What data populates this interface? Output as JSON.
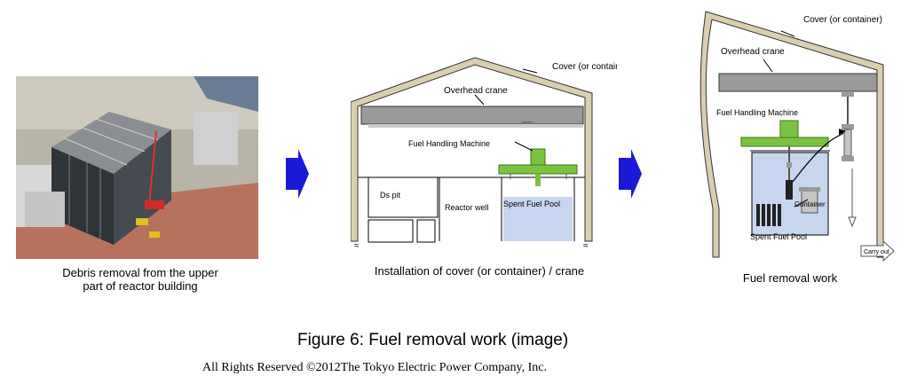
{
  "panel1": {
    "caption_line1": "Debris removal from the upper",
    "caption_line2": "part of reactor building"
  },
  "panel2": {
    "cover_label": "Cover (or container)",
    "crane_label": "Overhead crane",
    "machine_label": "Fuel Handling Machine",
    "ds_pit_label": "Ds pit",
    "reactor_well_label": "Reactor well",
    "pool_label": "Spent Fuel Pool",
    "caption": "Installation of cover (or container) / crane"
  },
  "panel3": {
    "cover_label": "Cover (or container)",
    "crane_label": "Overhead crane",
    "machine_label": "Fuel Handling Machine",
    "container_label": "Container",
    "pool_label": "Spent Fuel Pool",
    "carry_out_label": "Carry out",
    "caption": "Fuel removal work"
  },
  "figure": {
    "title": "Figure 6: Fuel removal work (image)",
    "copyright": "All Rights Reserved ©2012The Tokyo Electric Power Company, Inc."
  },
  "colors": {
    "arrow_blue": "#1a1ad6",
    "wall_tan": "#d9ceb0",
    "crane_gray": "#9a9a9a",
    "machine_green": "#7cc242",
    "pool_blue": "#c7d6ee"
  }
}
